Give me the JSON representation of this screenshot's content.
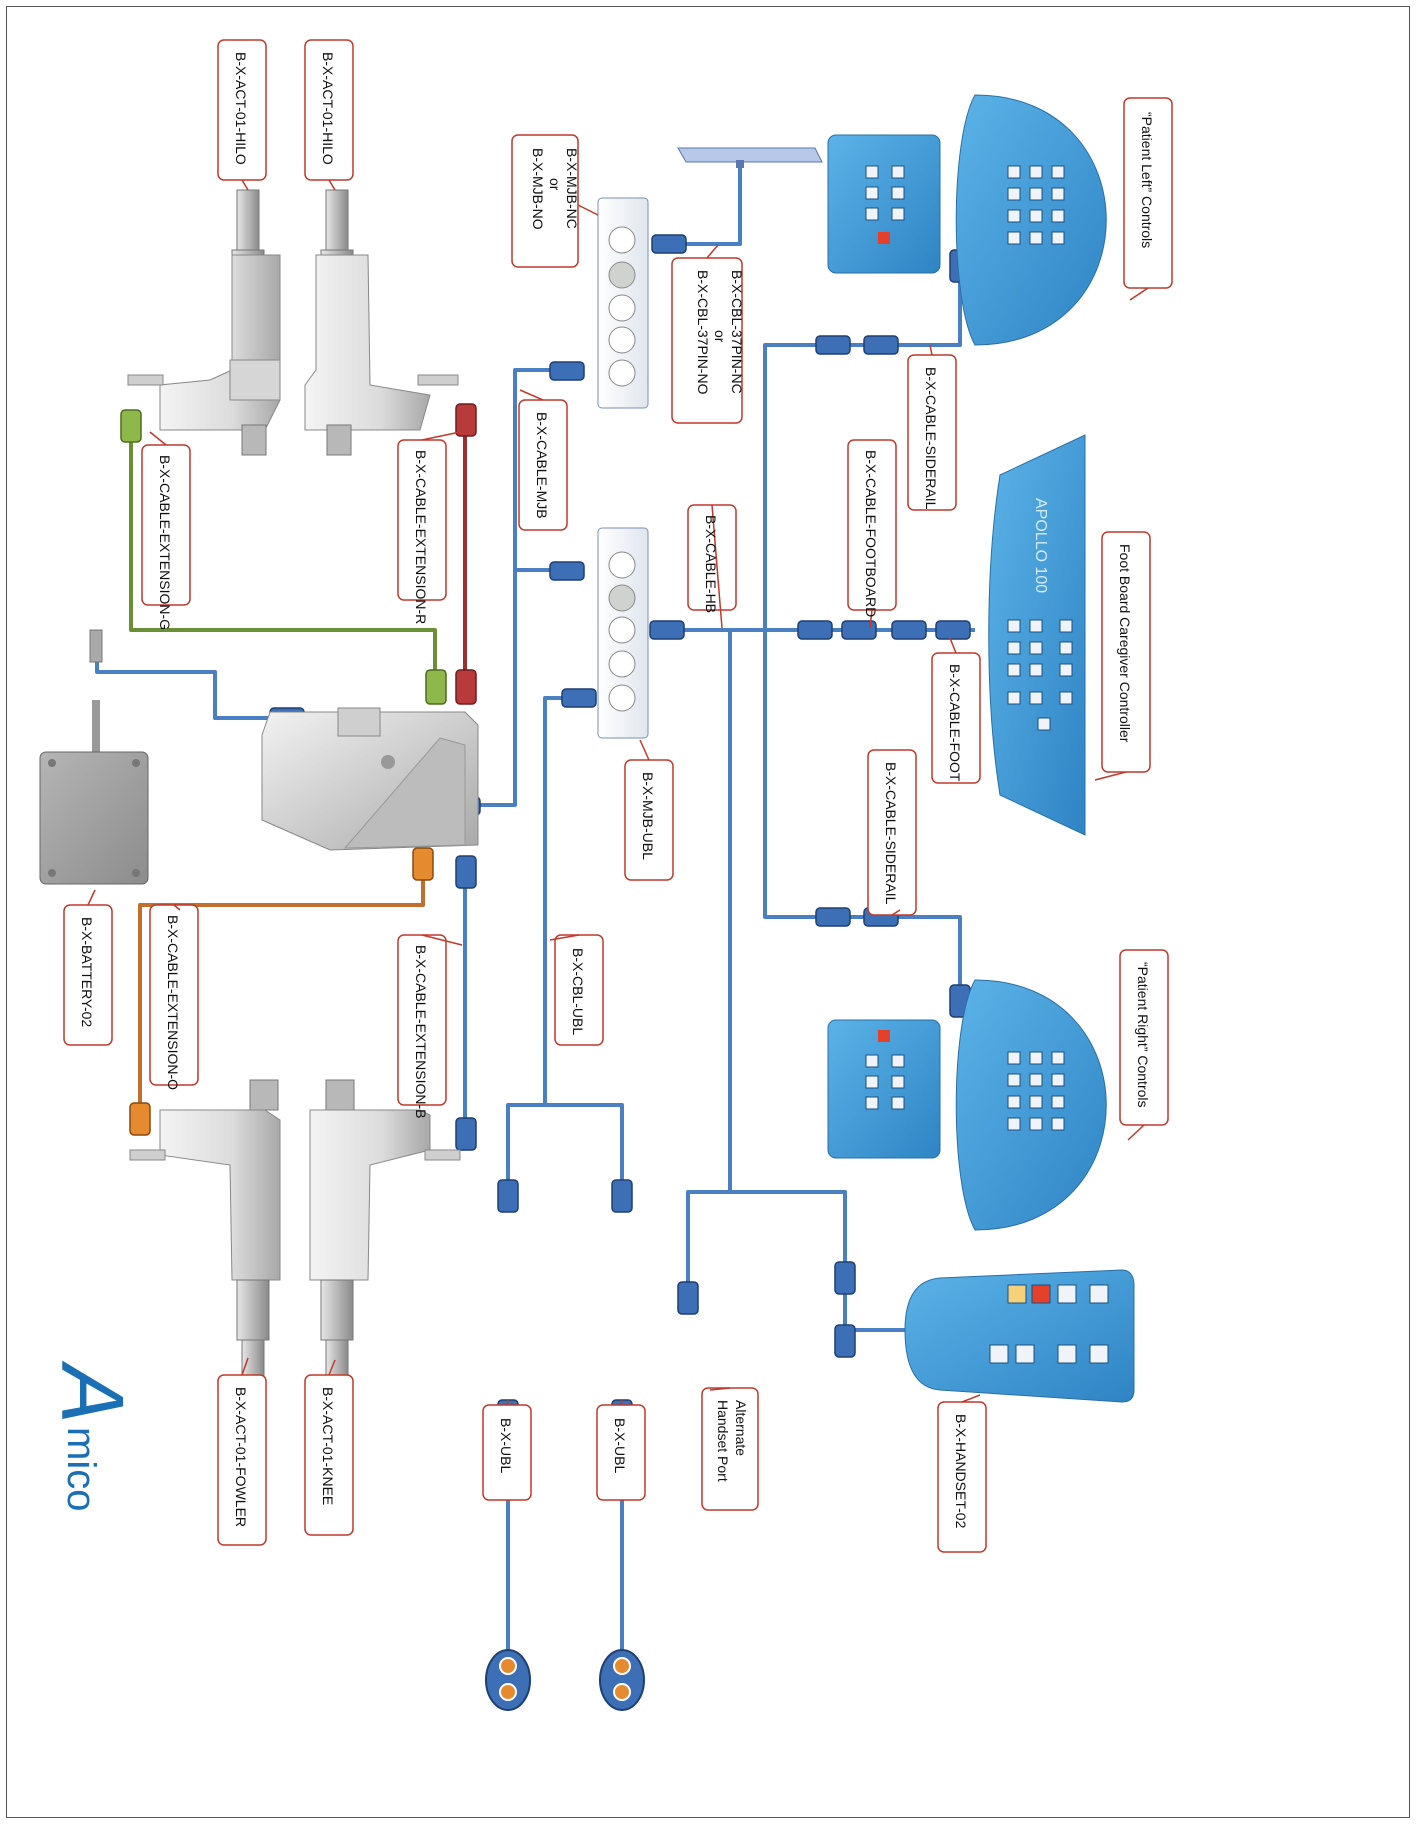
{
  "labels": {
    "act_hilo_1": "B-X-ACT-01-HILO",
    "act_hilo_2": "B-X-ACT-01-HILO",
    "mjb_1": "B-X-MJB-NC",
    "mjb_or": "or",
    "mjb_2": "B-X-MJB-NO",
    "cbl37_1": "B-X-CBL-37PIN-NC",
    "cbl37_or": "or",
    "cbl37_2": "B-X-CBL-37PIN-NO",
    "patient_left": "“Patient Left” Controls",
    "cable_ext_g": "B-X-CABLE-EXTENSION-G",
    "cable_ext_r": "B-X-CABLE-EXTENSION-R",
    "cable_mjb": "B-X-CABLE-MJB",
    "cable_hb": "B-X-CABLE-HB",
    "cable_footboard": "B-X-CABLE-FOOTBOARD",
    "cable_siderail_top": "B-X-CABLE-SIDERAIL",
    "foot_board": "Foot Board Caregiver Controller",
    "cable_foot": "B-X-CABLE-FOOT",
    "mjb_ubl": "B-X-MJB-UBL",
    "battery": "B-X-BATTERY-02",
    "cable_ext_o": "B-X-CABLE-EXTENSION-O",
    "cable_ext_b": "B-X-CABLE-EXTENSION-B",
    "cbl_ubl": "B-X-CBL-UBL",
    "cable_siderail_bottom": "B-X-CABLE-SIDERAIL",
    "patient_right": "“Patient Right” Controls",
    "alt_handset_1": "Alternate",
    "alt_handset_2": "Handset Port",
    "handset": "B-X-HANDSET-02",
    "ubl_1": "B-X-UBL",
    "ubl_2": "B-X-UBL",
    "act_fowler": "B-X-ACT-01-FOWLER",
    "act_knee": "B-X-ACT-01-KNEE"
  },
  "panel_text": {
    "apollo": "APOLLO 100"
  },
  "brand": {
    "logo_letter": "A",
    "logo_text": "mico"
  },
  "colors": {
    "cable_blue": "#4a7fc1",
    "connector_blue": "#3d6fb6",
    "cable_green": "#6a8f34",
    "connector_green": "#8fb84a",
    "cable_red": "#9b2f2f",
    "connector_red": "#b83a3a",
    "cable_orange": "#c0702c",
    "connector_orange": "#e58a2e",
    "callout_border": "#c0392b",
    "panel_blue": "#3d9bd8"
  }
}
